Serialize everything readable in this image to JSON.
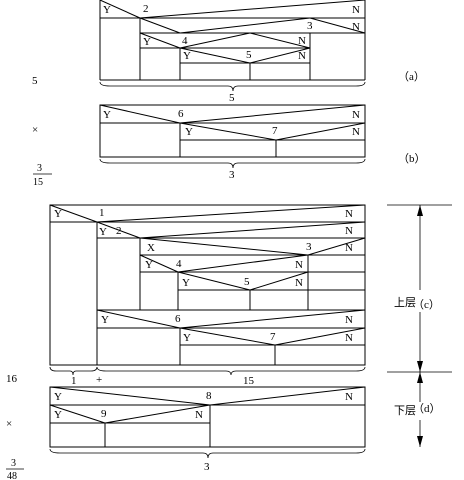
{
  "labels": {
    "yes": "Y",
    "no": "N",
    "cross": "X",
    "times": "×",
    "plus": "+",
    "upper_layer": "上层",
    "lower_layer": "下层",
    "a": "（a）",
    "b": "（b）",
    "c": "（c）",
    "d": "（d）"
  },
  "numbers": {
    "n1": "1",
    "n2": "2",
    "n3": "3",
    "n4": "4",
    "n5": "5",
    "n6": "6",
    "n7": "7",
    "n8": "8",
    "n9": "9",
    "five": "5",
    "three": "3",
    "sixteen": "16",
    "one": "1",
    "fifteen": "15"
  },
  "fractions": {
    "b_num": "3",
    "b_den": "15",
    "d_num": "3",
    "d_den": "48"
  }
}
